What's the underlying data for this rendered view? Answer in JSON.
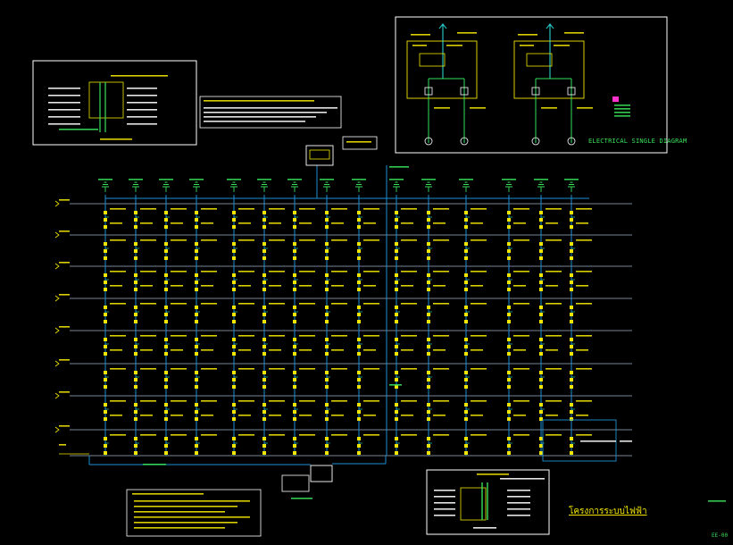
{
  "colors": {
    "background": "#000000",
    "frame": "#ffffff",
    "floor_line": "#9fb3c8",
    "riser": "#1f8fd6",
    "device": "#f2e600",
    "text_green": "#38e05a",
    "text_yellow": "#f2e600",
    "text_white": "#ffffff",
    "cyan": "#2ee6e6",
    "magenta": "#ff33cc"
  },
  "icons": {
    "ground": "earth-ground-symbol",
    "breaker": "circuit-breaker-symbol",
    "panel": "distribution-panel-symbol",
    "motor": "motor-circle-symbol"
  },
  "single_line": {
    "title": "ELECTRICAL SINGLE DIAGRAM"
  },
  "drawing": {
    "thai_title": "โครงการระบบไฟฟ้า",
    "sheet_no": "EE-00"
  }
}
